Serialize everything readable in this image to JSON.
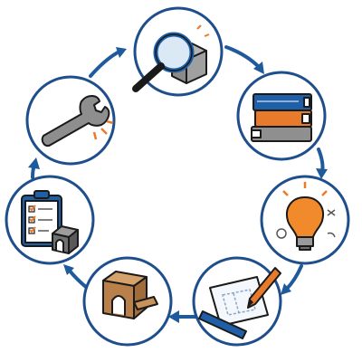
{
  "diagram": {
    "type": "cycle",
    "steps": [
      {
        "id": "analyze",
        "icon": "magnifier-over-box-icon"
      },
      {
        "id": "research",
        "icon": "stacked-books-icon"
      },
      {
        "id": "ideate",
        "icon": "lightbulb-icon"
      },
      {
        "id": "design",
        "icon": "blueprint-pencil-ruler-icon"
      },
      {
        "id": "prototype",
        "icon": "wooden-model-icon"
      },
      {
        "id": "test",
        "icon": "clipboard-checklist-icon"
      },
      {
        "id": "refine",
        "icon": "wrench-icon"
      }
    ],
    "colors": {
      "ring": "#1e4f8c",
      "arrow": "#1e5a9c",
      "accent_orange": "#e87b2b",
      "accent_blue": "#1f5fa8",
      "gray": "#7a7a7a"
    }
  }
}
